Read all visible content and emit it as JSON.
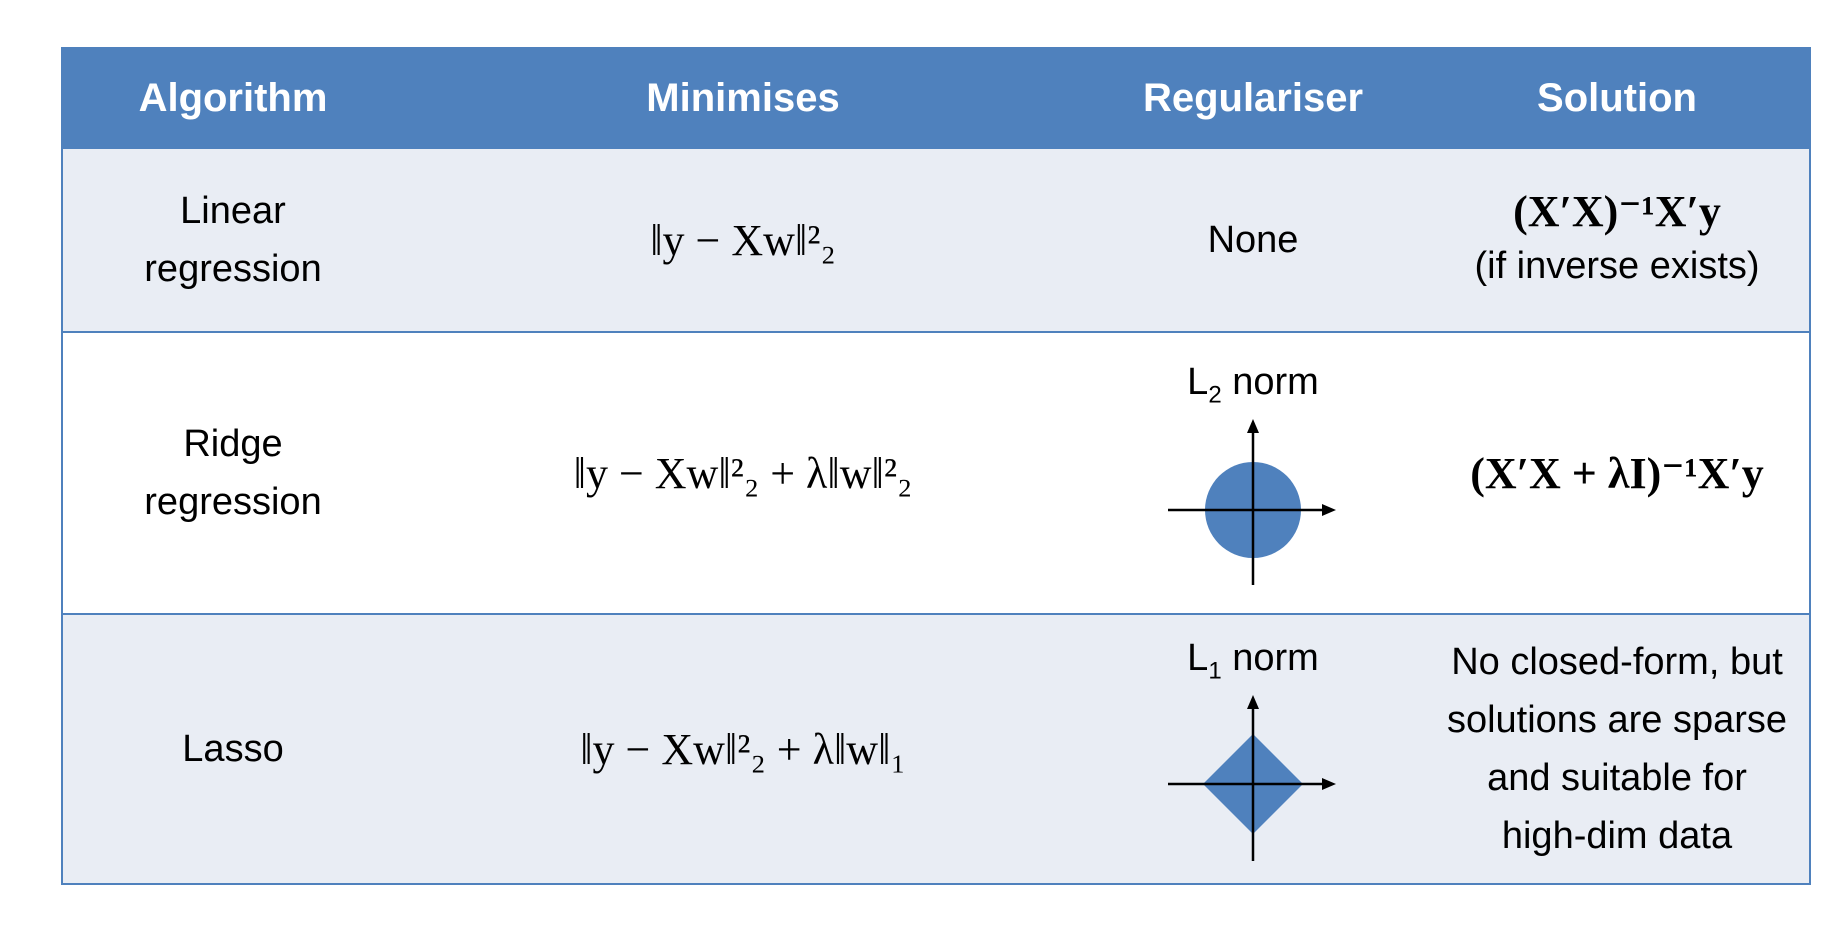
{
  "header": {
    "algorithm": "Algorithm",
    "minimises": "Minimises",
    "regulariser": "Regulariser",
    "solution": "Solution"
  },
  "rows": [
    {
      "algorithm_line1": "Linear",
      "algorithm_line2": "regression",
      "minimises": "‖y − Xw‖²₂",
      "regulariser": "None",
      "solution": "(X′X)⁻¹X′y",
      "solution_note": "(if inverse exists)"
    },
    {
      "algorithm_line1": "Ridge",
      "algorithm_line2": "regression",
      "minimises": "‖y − Xw‖²₂ + λ‖w‖²₂",
      "regulariser_label": "L",
      "regulariser_sub": "2",
      "regulariser_suffix": " norm",
      "regulariser_shape": "circle",
      "solution": "(X′X + λI)⁻¹X′y"
    },
    {
      "algorithm_line1": "Lasso",
      "minimises": "‖y − Xw‖²₂ + λ‖w‖₁",
      "regulariser_label": "L",
      "regulariser_sub": "1",
      "regulariser_suffix": " norm",
      "regulariser_shape": "diamond",
      "solution_lines": [
        "No closed-form, but",
        "solutions are sparse",
        "and suitable for",
        "high-dim data"
      ]
    }
  ],
  "colors": {
    "accent": "#4f81bd",
    "row_tint": "#e9edf4",
    "shape_fill": "#4f81bd"
  }
}
